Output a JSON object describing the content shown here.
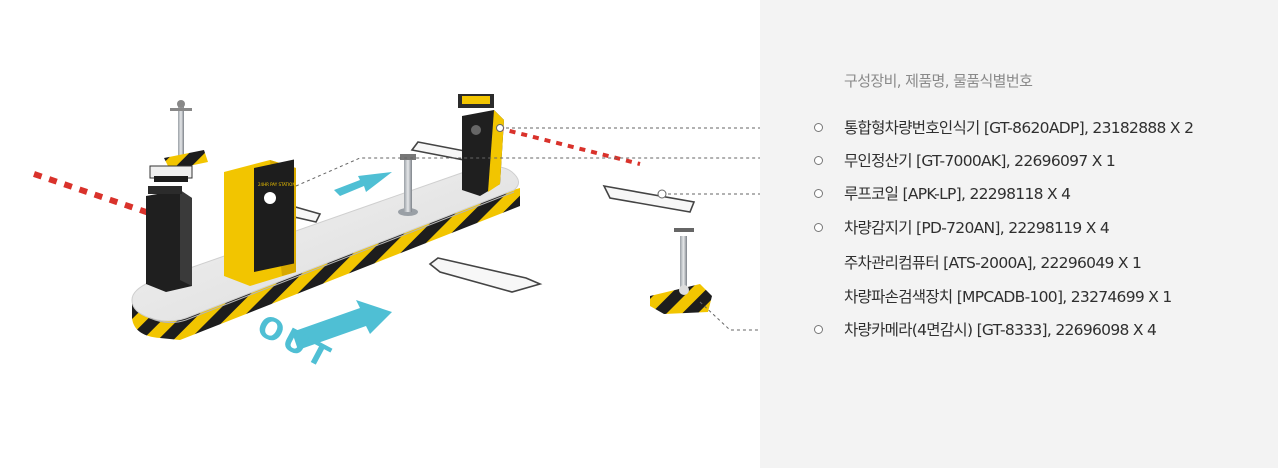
{
  "panel": {
    "heading": "구성장비, 제품명, 물품식별번호",
    "items": [
      {
        "label": "통합형차량번호인식기 [GT-8620ADP], 23182888 X 2",
        "marker": true
      },
      {
        "label": "무인정산기 [GT-7000AK], 22696097 X 1",
        "marker": true
      },
      {
        "label": "루프코일 [APK-LP], 22298118 X 4",
        "marker": true
      },
      {
        "label": "차량감지기 [PD-720AN], 22298119 X 4",
        "marker": true
      },
      {
        "label": "주차관리컴퓨터 [ATS-2000A], 22296049 X 1",
        "marker": false
      },
      {
        "label": "차량파손검색장치 [MPCADB-100], 23274699 X 1",
        "marker": false
      },
      {
        "label": "차량카메라(4면감시) [GT-8333], 22696098 X 4",
        "marker": true
      }
    ]
  },
  "illustration": {
    "floor_marking": "OUT",
    "kiosk_screen": "24HR PAY STATION",
    "accent_color": "#f2c500",
    "arrow_color": "#4fbfd4",
    "barrier_stripe_color": "#d9322b"
  }
}
